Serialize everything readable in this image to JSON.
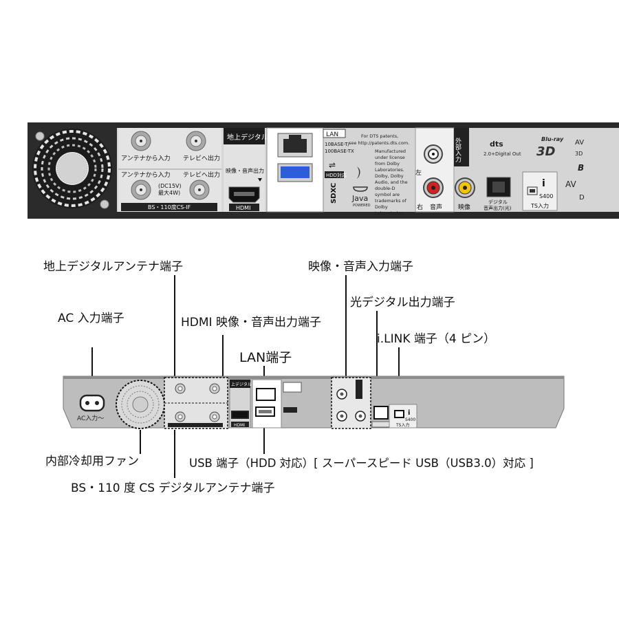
{
  "photo": {
    "terrestrial_section_label": "地上デジタル",
    "terrestrial_in_label": "アンテナから入力",
    "terrestrial_out_label": "テレビへ出力",
    "bscs_in_label": "アンテナから入力",
    "bscs_out_label": "テレビへ出力",
    "dc_label_line1": "(DC15V)",
    "dc_label_line2": "最大4W)",
    "bscs_section_label": "BS・110度CS-IF",
    "av_out_label": "映像・音声出力",
    "hdmi_label": "HDMI",
    "lan_label": "LAN",
    "lan_spec_line1": "10BASE-T/",
    "lan_spec_line2": "100BASE-TX",
    "hdd_label": "HDD対応",
    "dts_notice": [
      "For DTS patents,",
      "see http://patents.dts.com.",
      "Manufactured",
      "under license",
      "from Dolby",
      "Laboratories.",
      "Dolby, Dolby",
      "Audio, and the",
      "double-D",
      "symbol are",
      "trademarks of",
      "Dolby",
      "Laboratories."
    ],
    "sdxc_label": "SDXC",
    "java_label": "Java",
    "java_sub": "POWERED",
    "external_input_label": "外部入力",
    "left_label": "左",
    "right_label": "右",
    "audio_label": "音声",
    "video_label": "映像",
    "dts_logo": "dts",
    "dts_sub": "2.0+Digital Out",
    "bluray_logo": "Blu-ray",
    "bluray_3d": "3D",
    "optical_label_line1": "デジタル",
    "optical_label_line2": "音声出力(光)",
    "ilink_speed": "S400",
    "ts_input_label": "TS入力",
    "edge_letters": [
      "AV",
      "3D",
      "B",
      "AV",
      "D"
    ]
  },
  "diagram": {
    "labels": {
      "terrestrial": "地上デジタルアンテナ端子",
      "av_input": "映像・音声入力端子",
      "optical": "光デジタル出力端子",
      "ac": "AC 入力端子",
      "hdmi": "HDMI 映像・音声出力端子",
      "ilink": "i.LINK 端子（4 ピン）",
      "lan": "LAN端子",
      "fan": "内部冷却用ファン",
      "usb": "USB 端子（HDD 対応）[ スーパースピード USB（USB3.0）対応 ]",
      "bscs": "BS・110 度 CS デジタルアンテナ端子"
    },
    "mini": {
      "ac_text": "AC入力～",
      "hdmi_text": "HDMI",
      "terrestrial_text": "上デジタル",
      "ilink_speed": "S400",
      "ts_text": "TS入力"
    }
  }
}
